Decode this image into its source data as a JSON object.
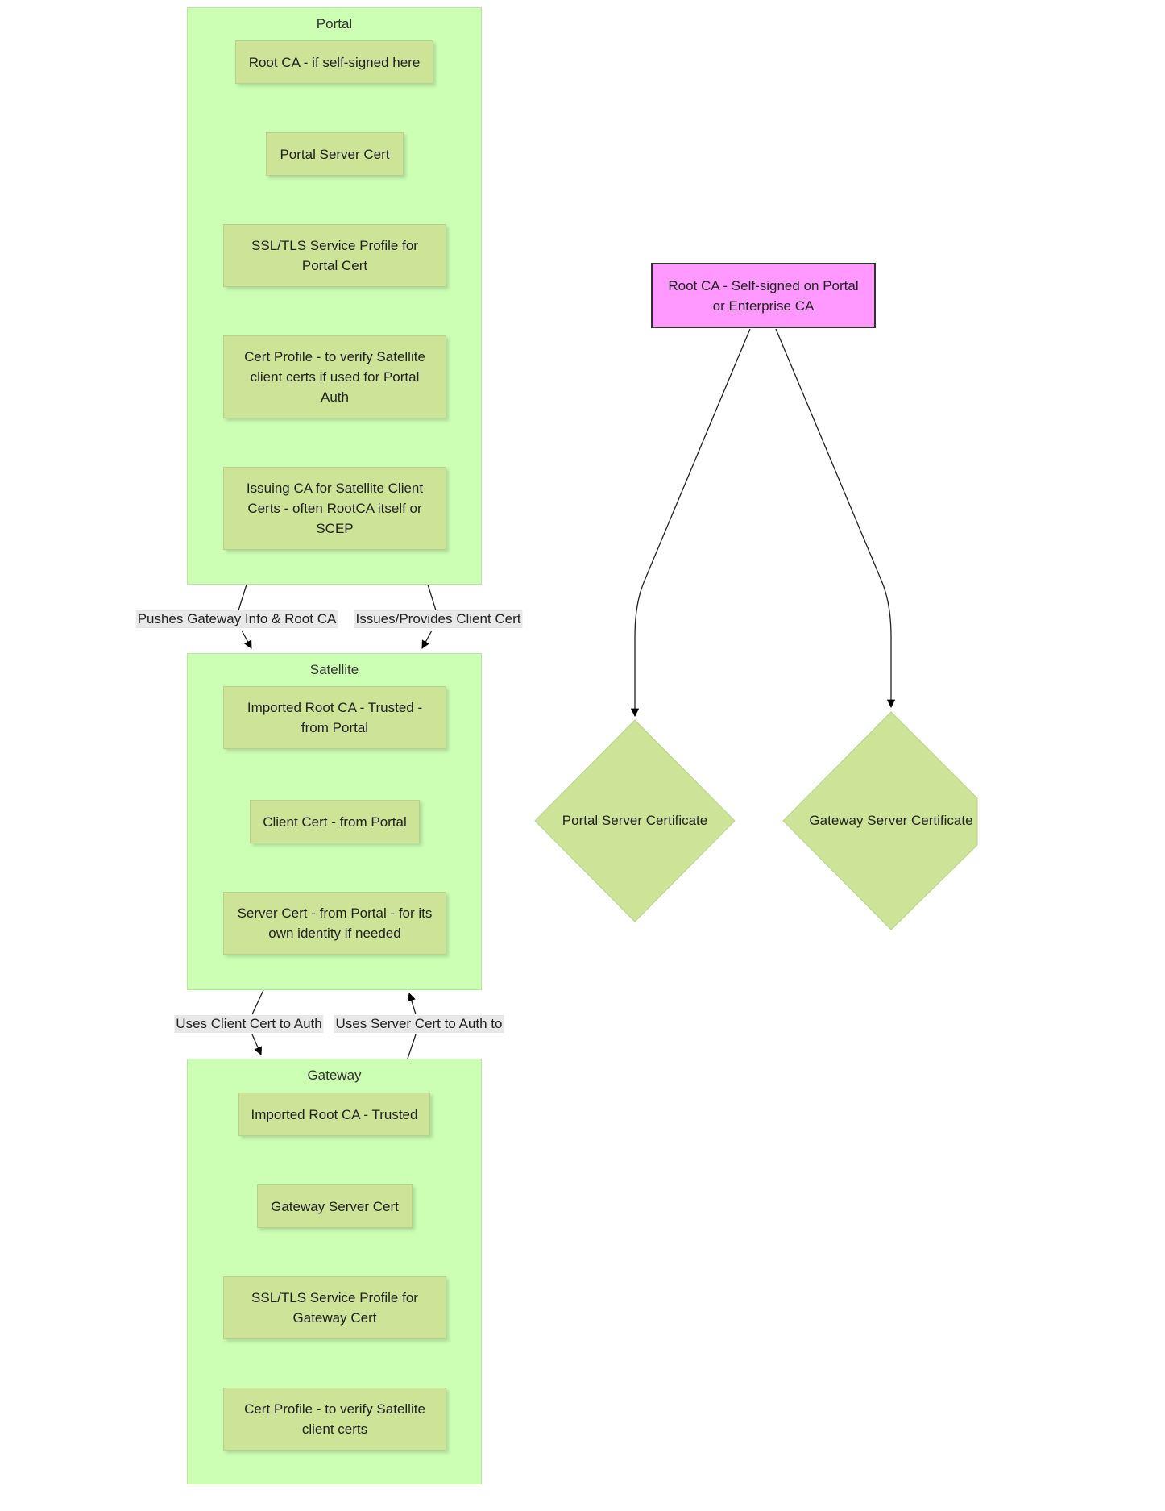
{
  "portal": {
    "title": "Portal",
    "nodes": [
      "Root CA - if self-signed here",
      "Portal Server Cert",
      "SSL/TLS Service Profile for Portal Cert",
      "Cert Profile - to verify Satellite client certs if used for Portal Auth",
      "Issuing CA for Satellite Client Certs - often RootCA itself or SCEP"
    ]
  },
  "satellite": {
    "title": "Satellite",
    "nodes": [
      "Imported Root CA - Trusted - from Portal",
      "Client Cert - from Portal",
      "Server Cert - from Portal - for its own identity if needed"
    ]
  },
  "gateway": {
    "title": "Gateway",
    "nodes": [
      "Imported Root CA - Trusted",
      "Gateway Server Cert",
      "SSL/TLS Service Profile for Gateway Cert",
      "Cert Profile - to verify Satellite client certs"
    ]
  },
  "edges": {
    "portal_to_satellite_1": "Pushes Gateway Info & Root CA",
    "portal_to_satellite_2": "Issues/Provides Client Cert",
    "satellite_to_gateway": "Uses Client Cert to Auth",
    "gateway_to_satellite": "Uses Server Cert to Auth to"
  },
  "root_ca": "Root CA - Self-signed on Portal or Enterprise CA",
  "diamonds": {
    "portal": "Portal Server Certificate",
    "gateway": "Gateway Server Certificate"
  },
  "colors": {
    "cluster_fill": "#ccffb3",
    "node_fill": "#cde498",
    "root_fill": "#ff99ff",
    "label_bg": "#e8e8e8"
  }
}
